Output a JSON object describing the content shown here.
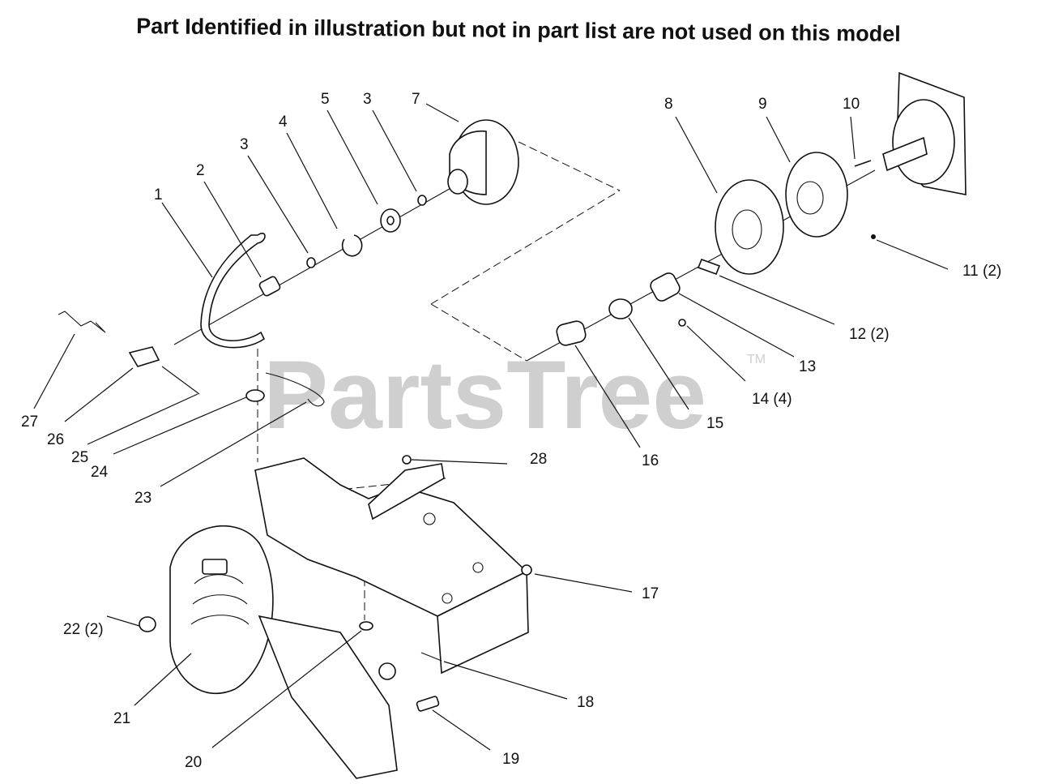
{
  "title": "Part Identified in illustration but not in part list are not used on this model",
  "watermark": "PartsTree",
  "watermark_tm": "TM",
  "callouts": [
    {
      "id": "1",
      "label": "1"
    },
    {
      "id": "2",
      "label": "2"
    },
    {
      "id": "3a",
      "label": "3"
    },
    {
      "id": "3b",
      "label": "3"
    },
    {
      "id": "4",
      "label": "4"
    },
    {
      "id": "5",
      "label": "5"
    },
    {
      "id": "7",
      "label": "7"
    },
    {
      "id": "8",
      "label": "8"
    },
    {
      "id": "9",
      "label": "9"
    },
    {
      "id": "10",
      "label": "10"
    },
    {
      "id": "11",
      "label": "11 (2)"
    },
    {
      "id": "12",
      "label": "12 (2)"
    },
    {
      "id": "13",
      "label": "13"
    },
    {
      "id": "14",
      "label": "14 (4)"
    },
    {
      "id": "15",
      "label": "15"
    },
    {
      "id": "16",
      "label": "16"
    },
    {
      "id": "17",
      "label": "17"
    },
    {
      "id": "18",
      "label": "18"
    },
    {
      "id": "19",
      "label": "19"
    },
    {
      "id": "20",
      "label": "20"
    },
    {
      "id": "21",
      "label": "21"
    },
    {
      "id": "22",
      "label": "22 (2)"
    },
    {
      "id": "23",
      "label": "23"
    },
    {
      "id": "24",
      "label": "24"
    },
    {
      "id": "25",
      "label": "25"
    },
    {
      "id": "26",
      "label": "26"
    },
    {
      "id": "27",
      "label": "27"
    },
    {
      "id": "28",
      "label": "28"
    }
  ]
}
